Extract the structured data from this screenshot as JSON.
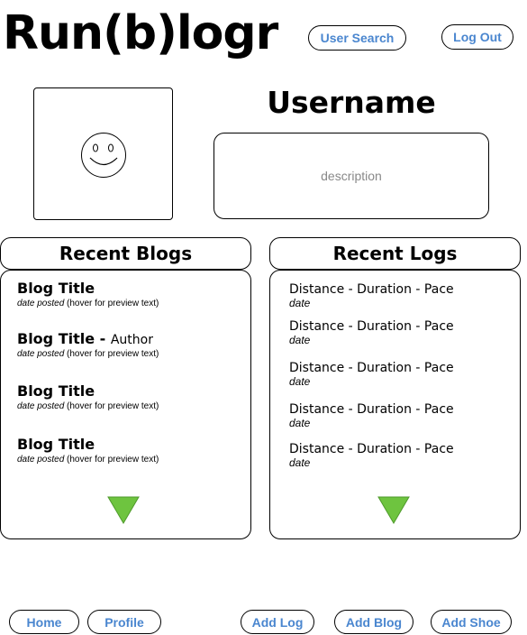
{
  "header": {
    "logo": "Run(b)logr",
    "user_search_label": "User Search",
    "logout_label": "Log Out"
  },
  "profile": {
    "username": "Username",
    "description": "description",
    "avatar_icon": "smiley-face-icon"
  },
  "blogs": {
    "heading": "Recent Blogs",
    "items": [
      {
        "title": "Blog Title",
        "author_sep": "",
        "author": "",
        "date": "date posted",
        "hint": " (hover for preview text)"
      },
      {
        "title": "Blog Title",
        "author_sep": " - ",
        "author": "Author",
        "date": "date posted",
        "hint": " (hover for preview text)"
      },
      {
        "title": "Blog Title",
        "author_sep": "",
        "author": "",
        "date": "date posted",
        "hint": " (hover for preview text)"
      },
      {
        "title": "Blog Title",
        "author_sep": "",
        "author": "",
        "date": "date posted",
        "hint": " (hover for preview text)"
      }
    ],
    "more_icon": "green-down-triangle-icon"
  },
  "logs": {
    "heading": "Recent Logs",
    "items": [
      {
        "line": "Distance - Duration - Pace",
        "date": "date"
      },
      {
        "line": "Distance - Duration - Pace",
        "date": "date"
      },
      {
        "line": "Distance - Duration - Pace",
        "date": "date"
      },
      {
        "line": "Distance - Duration - Pace",
        "date": "date"
      },
      {
        "line": "Distance - Duration - Pace",
        "date": "date"
      }
    ],
    "more_icon": "green-down-triangle-icon"
  },
  "footer": {
    "home_label": "Home",
    "profile_label": "Profile",
    "add_log_label": "Add Log",
    "add_blog_label": "Add Blog",
    "add_shoe_label": "Add Shoe"
  },
  "colors": {
    "link_blue": "#4a86cf",
    "arrow_green": "#6ec43f",
    "description_gray": "#888888"
  }
}
